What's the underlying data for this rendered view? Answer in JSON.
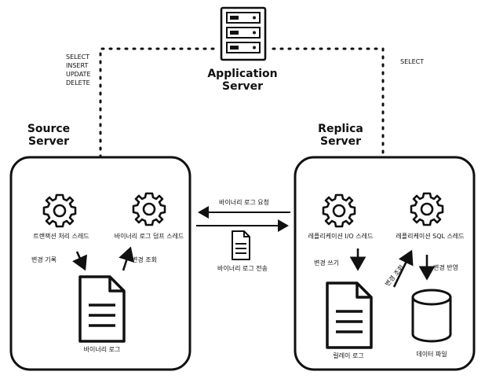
{
  "app_server": {
    "title_line1": "Application",
    "title_line2": "Server",
    "left_ops": [
      "SELECT",
      "INSERT",
      "UPDATE",
      "DELETE"
    ],
    "right_ops": [
      "SELECT"
    ]
  },
  "source": {
    "title_line1": "Source",
    "title_line2": "Server",
    "thread_tx": "트랜잭션 처리 스레드",
    "thread_dump": "바이너리 로그 덤프 스레드",
    "edge_write": "변경 기록",
    "edge_read": "변경 조회",
    "binlog": "바이너리 로그"
  },
  "replica": {
    "title_line1": "Replica",
    "title_line2": "Server",
    "thread_io": "레플리케이션 I/O 스레드",
    "thread_sql": "레플리케이션 SQL 스레드",
    "edge_write": "변경 쓰기",
    "edge_read": "변경 조회",
    "edge_apply": "변경 반영",
    "relay_log": "릴레이 로그",
    "data_file": "데이터 파일"
  },
  "link": {
    "request": "바이너리 로그 요청",
    "transfer": "바이너리 로그 전송"
  },
  "icons": {
    "server": "server-rack-icon",
    "gear": "gear-icon",
    "document": "document-icon",
    "database": "cylinder-database-icon"
  }
}
